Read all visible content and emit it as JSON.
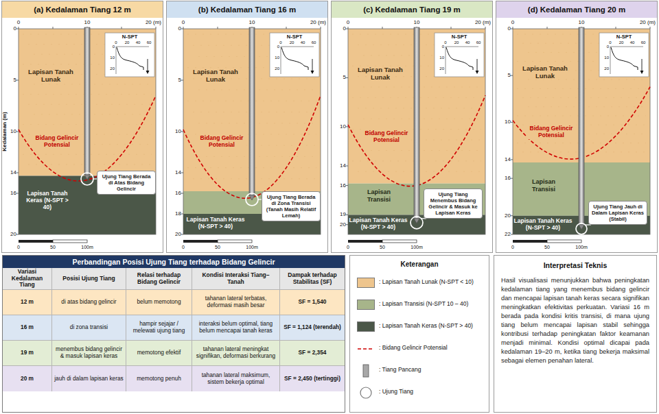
{
  "diagram": {
    "nodes": [
      {
        "text": [
          "(a) Kedalaman Tiang 12 m"
        ]
      },
      {
        "text": [
          "Ujung Tiang Berada di Atas Bidang Gelincir"
        ],
        "in": 0
      },
      {
        "text": [
          "(b) Kedalaman Tiang 16 m"
        ]
      },
      {
        "text": [
          "Ujung Tiang Berada di Zona Transisi (Tanah Masih Relatif Lemah)"
        ],
        "in": 2
      },
      {
        "text": [
          "(c) Kedalaman Tiang 19 m"
        ]
      },
      {
        "text": [
          "Ujung Tiang Menembus Bidang Gelincir & Masuk ke Lapisan Keras"
        ],
        "in": 4
      },
      {
        "text": [
          "(d) Kedalaman Tiang 20 m"
        ]
      },
      {
        "text": [
          "Ujung Tiang Jauh di Dalam Lapisan Keras (Stabil)"
        ],
        "in": 6
      },
      {
        "text": [
          "Perbandingan Posisi Ujung Tiang terhadap Bidang Gelincir"
        ]
      },
      {
        "text": [
          "Keterangan"
        ]
      },
      {
        "text": [
          "Interpretasi Teknis",
          "Hasil visualisasi menunjukkan bahwa peningkatan kedalaman tiang yang menembus bidang gelincir dan mencapai lapisan tanah keras secara signifikan meningkatkan efektivitas perkuatan. Variasi 16 m berada pada kondisi kritis transisi, di mana ujung tiang belum mencapai lapisan stabil sehingga kontribusi terhadap peningkatan faktor keamanan menjadi minimal. Kondisi optimal dicapai pada kedalaman 19–20 m, ketika tiang bekerja maksimal sebagai elemen penahan lateral."
        ]
      }
    ],
    "labels": [
      "0",
      "10",
      "20 (m)",
      "0",
      "5",
      "10",
      "14",
      "16",
      "20",
      "Kedalaman (m)",
      "N-SPT",
      "0",
      "20",
      "40",
      "60",
      "0",
      "10",
      "20",
      "Lapisan Tanah Lunak",
      "Bidang Gelincir Potensial",
      "Lapisan Tanah Keras (N-SPT > 40)",
      "0",
      "50",
      "100m",
      "0",
      "10",
      "20 (m)",
      "0",
      "5",
      "10",
      "14",
      "16",
      "18",
      "20",
      "N-SPT",
      "0",
      "20",
      "40",
      "60",
      "0",
      "10",
      "20",
      "Lapisan Tanah Lunak",
      "Bidang Gelincir Potensial",
      "Lapisan Tanah Keras (N-SPT > 40)",
      "0",
      "50",
      "100m",
      "0",
      "10",
      "20 (m)",
      "0",
      "5",
      "10",
      "14",
      "16",
      "19",
      "20",
      "N-SPT",
      "0",
      "20",
      "40",
      "60",
      "0",
      "10",
      "20",
      "Lapisan Tanah Lunak",
      "Bidang Gelincir Potensial",
      "Lapisan Transisi",
      "Lapisan Tanah Keras (N-SPT > 40)",
      "0",
      "50",
      "100m",
      "0",
      "10",
      "20 (m)",
      "0",
      "5",
      "10",
      "14",
      "16",
      "20",
      "22",
      "N-SPT",
      "0",
      "20",
      "40",
      "60",
      "0",
      "10",
      "20",
      "Lapisan Tanah Lunak",
      "Bidang Gelincir Potensial",
      "Lapisan Transisi",
      "Lapisan Tanah Keras (N-SPT > 40)",
      "0",
      "50",
      "100m",
      "Variasi Kedalaman Tiang",
      "Posisi Ujung Tiang",
      "Relasi terhadap Bidang Gelincir",
      "Kondisi Interaksi Tiang–Tanah",
      "Dampak terhadap Stabilitas (SF)",
      "12 m",
      "di atas bidang gelincir",
      "belum memotong",
      "tahanan lateral terbatas, deformasi masih besar",
      "SF = 1,540",
      "16 m",
      "di zona transisi",
      "hampir sejajar / melewati ujung tiang",
      "interaksi belum optimal, tiang belum mencapai tanah keras",
      "SF = 1,124 (terendah)",
      "19 m",
      "menembus bidang gelincir & masuk lapisan keras",
      "memotong efektif",
      "tahanan lateral meningkat signifikan, deformasi berkurang",
      "SF = 2,354",
      "20 m",
      "jauh di dalam lapisan keras",
      "memotong penuh",
      "tahanan lateral maksimum, sistem bekerja optimal",
      "SF = 2,450 (tertinggi)"
    ],
    "legend": [
      {
        "text": ": Lapisan Tanah Lunak (N-SPT < 10)",
        "color": "#eec58d"
      },
      {
        "text": ": Lapisan Transisi (N-SPT 10 – 40)",
        "color": "#a7b58a"
      },
      {
        "text": ": Lapisan Tanah Keras (N-SPT > 40)",
        "color": "#4b5748"
      },
      {
        "text": ": Bidang Gelincir Potensial"
      },
      {
        "text": ": Tiang Pancang"
      },
      {
        "text": ": Ujung Tiang"
      }
    ]
  }
}
